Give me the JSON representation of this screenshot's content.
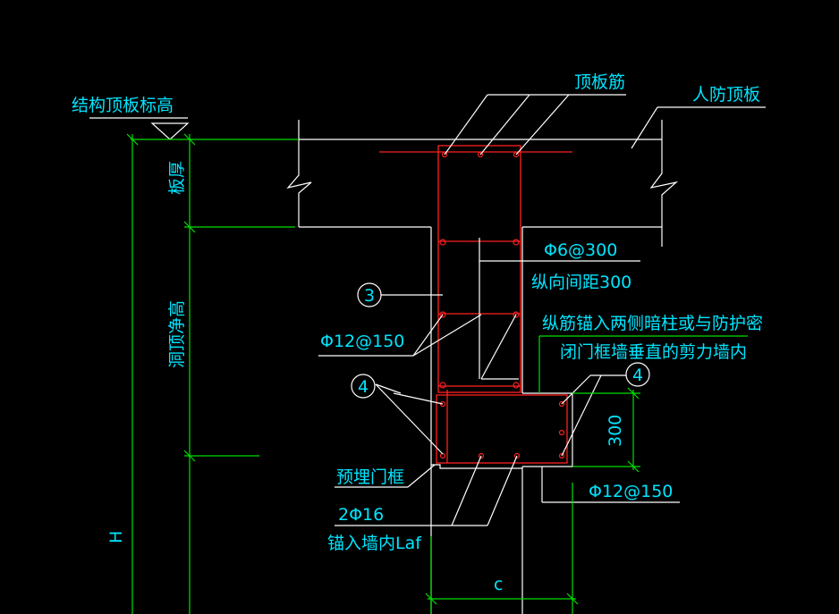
{
  "labels": {
    "structure_roof_elevation": "结构顶板标高",
    "roof_rebar": "顶板筋",
    "civil_defense_roof": "人防顶板",
    "slab_thickness": "板厚",
    "opening_clear_height": "洞顶净高",
    "stirrup_spec": "Φ6@300",
    "longitudinal_spacing": "纵向间距300",
    "callout_3": "3",
    "rebar_spec_a": "Φ12@150",
    "anchor_note_line1": "纵筋锚入两侧暗柱或与防护密",
    "anchor_note_line2": "闭门框墙垂直的剪力墙内",
    "callout_4_left": "4",
    "callout_4_right": "4",
    "dim_300": "300",
    "embedded_frame": "预埋门框",
    "rebar_spec_b": "Φ12@150",
    "bar_2phi16": "2Φ16",
    "anchor_laf": "锚入墙内Laf",
    "dim_c": "c",
    "dim_H": "H"
  },
  "colors": {
    "background": "#000000",
    "text": "#00e5ff",
    "outline": "#ffffff",
    "dimension": "#00e000",
    "rebar": "#ff2020"
  }
}
